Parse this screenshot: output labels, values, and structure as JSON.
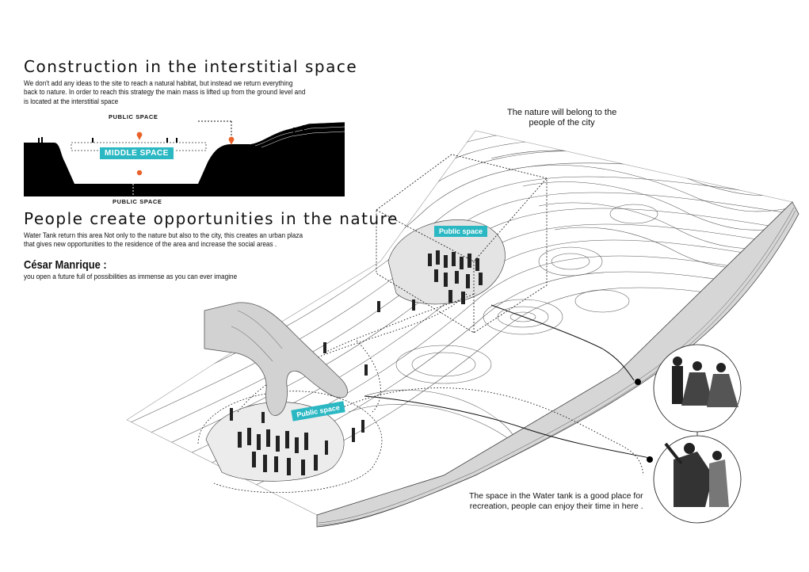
{
  "intro": {
    "title": "Construction in the interstitial space",
    "lines": [
      "We don't add any ideas to the site to reach a natural habitat, but instead we return everything",
      "back to nature. In order to reach this strategy the main mass is lifted up from the ground level and",
      "is located at the interstitial space"
    ]
  },
  "section": {
    "public_space_top": "PUBLIC SPACE",
    "middle_space": "MIDDLE SPACE",
    "public_space_bottom": "PUBLIC SPACE"
  },
  "opportunities": {
    "title": "People create opportunities in the nature",
    "lines": [
      "Water Tank return this area Not only to the nature but also to the city, this creates an urban plaza",
      "that gives new opportunities to the residence of the area and increase the social areas ."
    ]
  },
  "quote": {
    "author": "César Manrique :",
    "text": "you open a future full of possibilities as immense as you can ever imagine"
  },
  "captions": {
    "nature_line1": "The nature will belong to the",
    "nature_line2": "people of the city",
    "tank_line1": "The space in the Water tank is a good place for",
    "tank_line2": "recreation, people can enjoy their time in here ."
  },
  "tags": {
    "upper_public": "Public space",
    "lower_public": "Public space"
  },
  "colors": {
    "accent_teal": "#2bb8c3",
    "marker_orange": "#e8622a",
    "ink": "#111111"
  }
}
